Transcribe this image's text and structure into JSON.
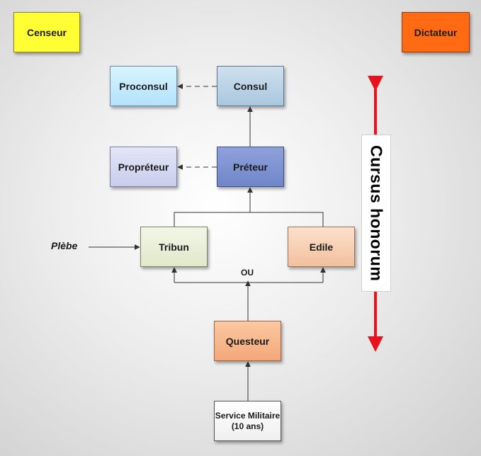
{
  "diagram": {
    "nodes": {
      "censeur": "Censeur",
      "dictateur": "Dictateur",
      "proconsul": "Proconsul",
      "consul": "Consul",
      "propreteur": "Propréteur",
      "preteur": "Préteur",
      "tribun": "Tribun",
      "edile": "Edile",
      "questeur": "Questeur",
      "service": "Service Militaire (10 ans)"
    },
    "labels": {
      "plebe": "Plèbe",
      "ou": "OU",
      "cursus": "Cursus honorum"
    },
    "colors": {
      "censeur": "#ffff33",
      "dictateur": "#ff6a13",
      "cursus_arrow": "#e8121e"
    }
  }
}
